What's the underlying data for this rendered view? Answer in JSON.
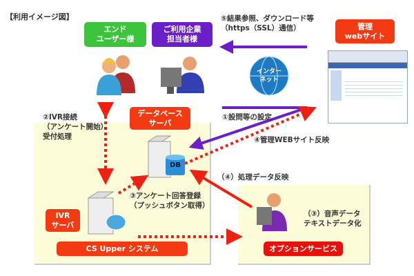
{
  "title": "【利用イメージ図】",
  "labels": {
    "end_user_1": "エンド",
    "end_user_2": "ユーザー様",
    "company_1": "ご利用企業",
    "company_2": "担当者様",
    "admin_1": "管理",
    "admin_2": "webサイト",
    "internet_1": "インター",
    "internet_2": "ネット",
    "db_server_1": "データベース",
    "db_server_2": "サーバ",
    "db": "DB",
    "ivr_1": "IVR",
    "ivr_2": "サーバ",
    "cs_upper": "CS Upper システム",
    "option": "オプションサービス"
  },
  "steps": {
    "s5_1": "⑤結果参照、ダウンロード等",
    "s5_2": "（https（SSL）通信）",
    "s1": "①設問等の設定",
    "s2_1": "②IVR接続",
    "s2_2": "（アンケート開始）、",
    "s2_3": "受付処理",
    "s4": "④管理WEBサイト反映",
    "s4p": "（④）処理データ反映",
    "s3_1": "③アンケート回答登録",
    "s3_2": "（プッシュボタン取得）",
    "s3p_1": "（③）音声データ",
    "s3p_2": "テキストデータ化"
  },
  "colors": {
    "red": "#f43a12",
    "green": "#3cc43c",
    "purple": "#6a1fc8",
    "yellow": "#fcfcd8"
  }
}
